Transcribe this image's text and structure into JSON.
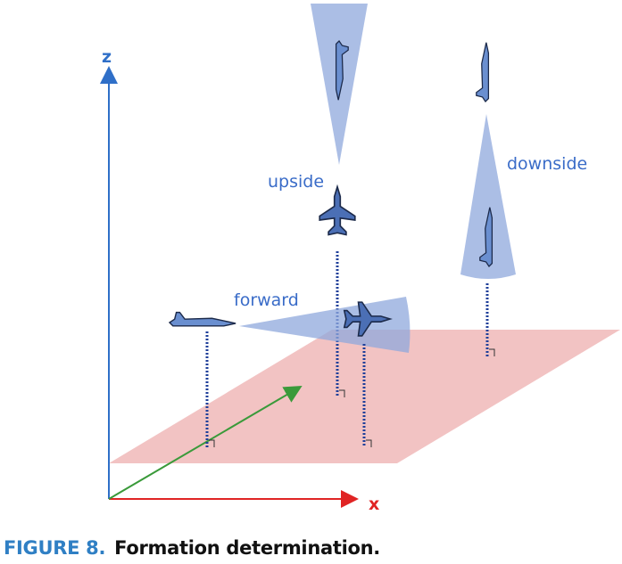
{
  "axes": {
    "z_label": "z",
    "x_label": "x"
  },
  "labels": {
    "upside": "upside",
    "downside": "downside",
    "forward": "forward"
  },
  "caption": {
    "figure_number": "FIGURE 8.",
    "text": "Formation determination."
  },
  "colors": {
    "z_axis": "#2f6fc8",
    "x_axis": "#e02424",
    "y_axis": "#3a9a3a",
    "plane": "#f0b9b9",
    "cone": "#8fa8dc",
    "label": "#3a6cc8",
    "figure_number": "#2f7fc4"
  }
}
